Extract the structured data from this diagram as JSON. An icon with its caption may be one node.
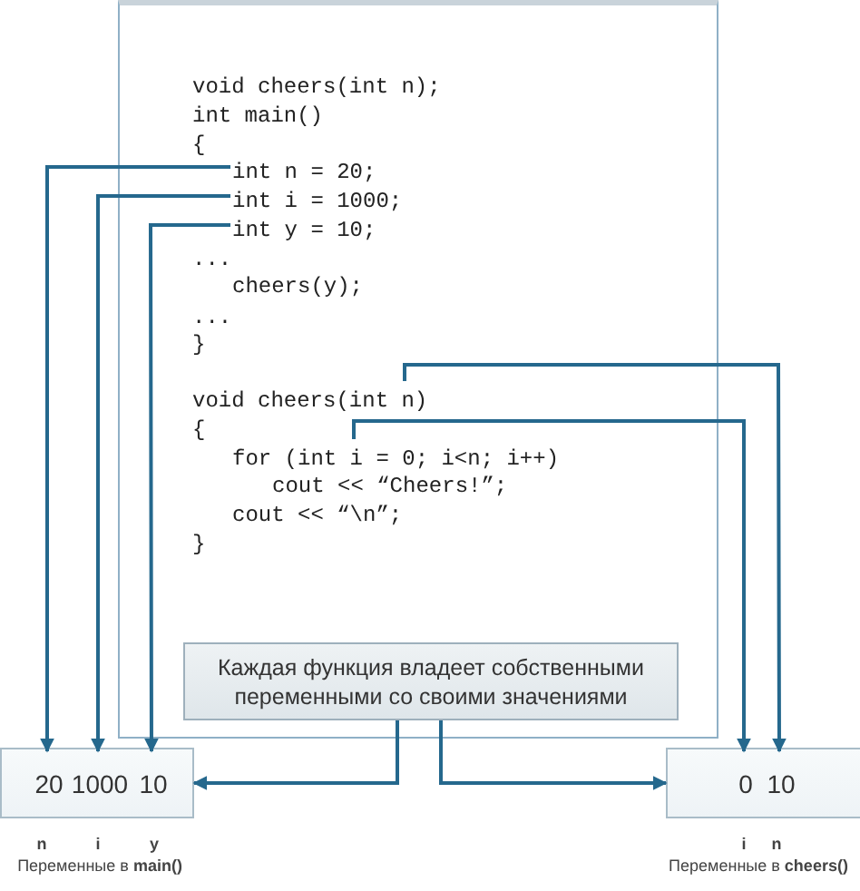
{
  "diagram": {
    "nodes": [
      {
        "text": [],
        "shape": "box"
      },
      {
        "text": [
          "void cheers(int n);"
        ],
        "in": 0
      },
      {
        "text": [
          "int main()"
        ],
        "in": 0
      },
      {
        "text": [
          "{"
        ],
        "in": 0
      },
      {
        "text": [
          "int n = 20;"
        ],
        "in": 0
      },
      {
        "text": [
          "int i = 1000;"
        ],
        "in": 0
      },
      {
        "text": [
          "int y = 10;"
        ],
        "in": 0
      },
      {
        "text": [
          "..."
        ],
        "in": 0
      },
      {
        "text": [
          "cheers(y);"
        ],
        "in": 0
      },
      {
        "text": [
          "..."
        ],
        "in": 0
      },
      {
        "text": [
          "}"
        ],
        "in": 0
      },
      {
        "text": [
          "void cheers(int n)"
        ],
        "in": 0
      },
      {
        "text": [
          "{"
        ],
        "in": 0
      },
      {
        "text": [
          "for (int i = 0; i<n; i++)"
        ],
        "in": 0
      },
      {
        "text": [
          "cout << “Cheers!”;"
        ],
        "in": 0
      },
      {
        "text": [
          "cout << “\\n”;"
        ],
        "in": 0
      },
      {
        "text": [
          "}"
        ],
        "in": 0
      },
      {
        "text": [
          "Каждая функция владеет собственными переменными со своими значениями"
        ],
        "in": 0
      },
      {
        "text": [],
        "shape": "box",
        "beside": [
          "n",
          "i",
          "y",
          "Переменные в **main()**"
        ]
      },
      {
        "text": [
          "20"
        ],
        "in": 18
      },
      {
        "text": [
          "1000"
        ],
        "in": 18
      },
      {
        "text": [
          "10"
        ],
        "in": 18
      },
      {
        "text": [],
        "shape": "box",
        "beside": [
          "i",
          "n",
          "Переменные в **cheers()**"
        ]
      },
      {
        "text": [
          "0"
        ],
        "in": 22
      },
      {
        "text": [
          "10"
        ],
        "in": 22
      }
    ],
    "edges": [
      {
        "from": 4,
        "to": 19,
        "arrow": "to"
      },
      {
        "from": 5,
        "to": 20,
        "arrow": "to"
      },
      {
        "from": 6,
        "to": 21,
        "arrow": "to"
      },
      {
        "from": 11,
        "to": 24,
        "arrow": "to"
      },
      {
        "from": 13,
        "to": 23,
        "arrow": "to"
      },
      {
        "from": 17,
        "to": 18,
        "arrow": "to"
      },
      {
        "from": 17,
        "to": 22,
        "arrow": "to"
      }
    ]
  }
}
